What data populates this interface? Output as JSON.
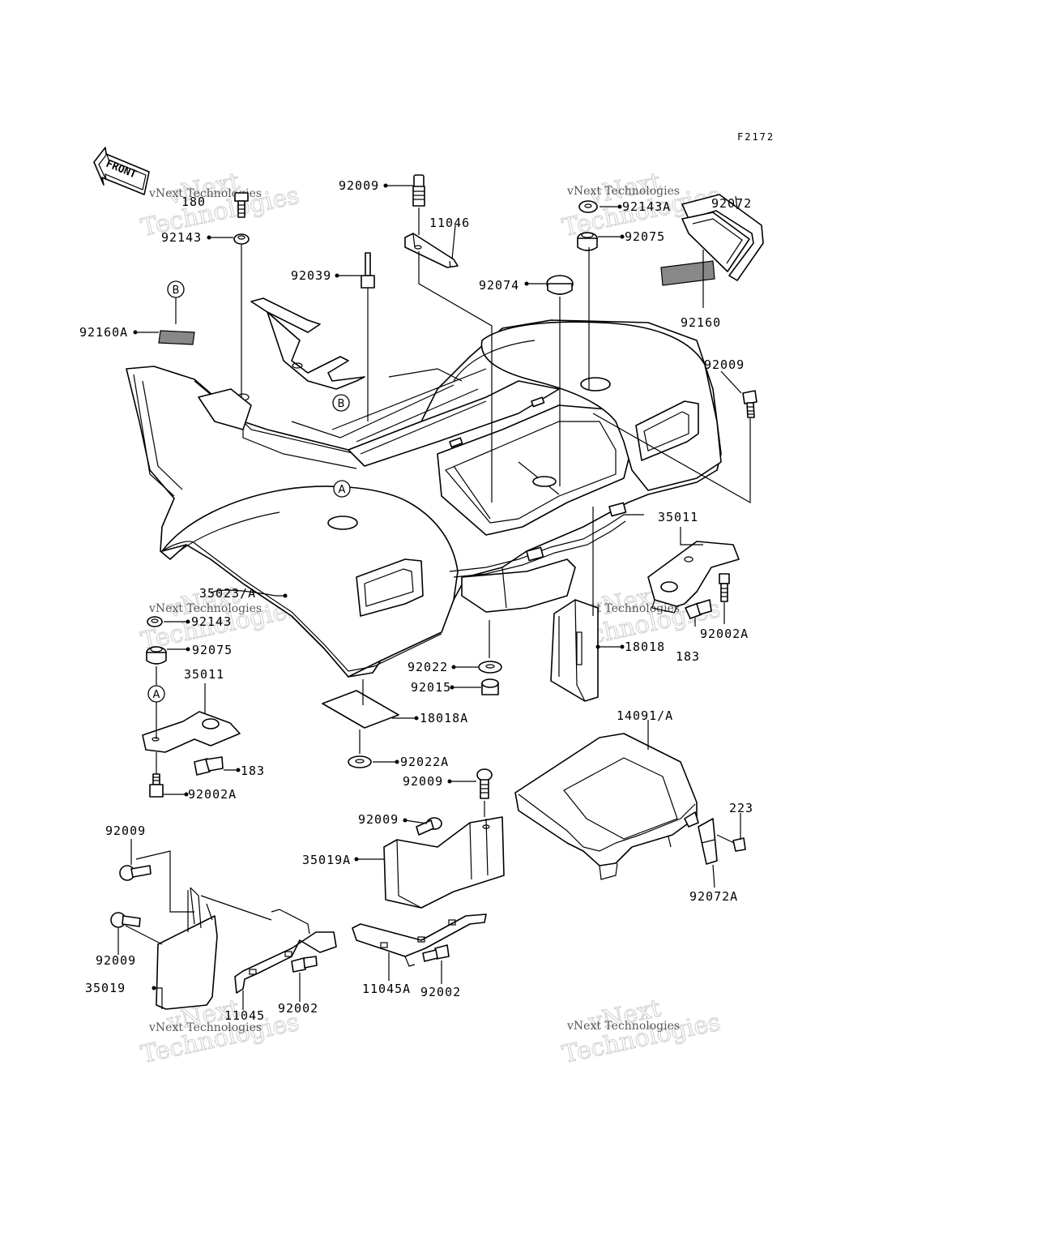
{
  "figure_code": "F2172",
  "front_label": "FRONT",
  "watermark": {
    "small": "vNext Technologies",
    "large_top": "vNext",
    "large_bottom": "Technologies"
  },
  "callouts": {
    "a": "A",
    "b": "B"
  },
  "labels": [
    {
      "id": "lbl-92009-top",
      "text": "92009"
    },
    {
      "id": "lbl-11046",
      "text": "11046"
    },
    {
      "id": "lbl-180",
      "text": "180"
    },
    {
      "id": "lbl-92143-top",
      "text": "92143"
    },
    {
      "id": "lbl-92039",
      "text": "92039"
    },
    {
      "id": "lbl-92160A",
      "text": "92160A"
    },
    {
      "id": "lbl-92143A",
      "text": "92143A"
    },
    {
      "id": "lbl-92072",
      "text": "92072"
    },
    {
      "id": "lbl-92075-top",
      "text": "92075"
    },
    {
      "id": "lbl-92074",
      "text": "92074"
    },
    {
      "id": "lbl-92160",
      "text": "92160"
    },
    {
      "id": "lbl-92009-right",
      "text": "92009"
    },
    {
      "id": "lbl-35011-right",
      "text": "35011"
    },
    {
      "id": "lbl-35023A",
      "text": "35023/A"
    },
    {
      "id": "lbl-92143-left",
      "text": "92143"
    },
    {
      "id": "lbl-92075-left",
      "text": "92075"
    },
    {
      "id": "lbl-35011-left",
      "text": "35011"
    },
    {
      "id": "lbl-92022",
      "text": "92022"
    },
    {
      "id": "lbl-92015",
      "text": "92015"
    },
    {
      "id": "lbl-18018",
      "text": "18018"
    },
    {
      "id": "lbl-183-right",
      "text": "183"
    },
    {
      "id": "lbl-92002A-right",
      "text": "92002A"
    },
    {
      "id": "lbl-18018A",
      "text": "18018A"
    },
    {
      "id": "lbl-92022A",
      "text": "92022A"
    },
    {
      "id": "lbl-183-left",
      "text": "183"
    },
    {
      "id": "lbl-92002A-left",
      "text": "92002A"
    },
    {
      "id": "lbl-14091A",
      "text": "14091/A"
    },
    {
      "id": "lbl-92009-mid",
      "text": "92009"
    },
    {
      "id": "lbl-92009-mid2",
      "text": "92009"
    },
    {
      "id": "lbl-35019A",
      "text": "35019A"
    },
    {
      "id": "lbl-223",
      "text": "223"
    },
    {
      "id": "lbl-92072A",
      "text": "92072A"
    },
    {
      "id": "lbl-92009-lower1",
      "text": "92009"
    },
    {
      "id": "lbl-92009-lower2",
      "text": "92009"
    },
    {
      "id": "lbl-35019",
      "text": "35019"
    },
    {
      "id": "lbl-11045",
      "text": "11045"
    },
    {
      "id": "lbl-92002-left",
      "text": "92002"
    },
    {
      "id": "lbl-11045A",
      "text": "11045A"
    },
    {
      "id": "lbl-92002-right",
      "text": "92002"
    }
  ]
}
